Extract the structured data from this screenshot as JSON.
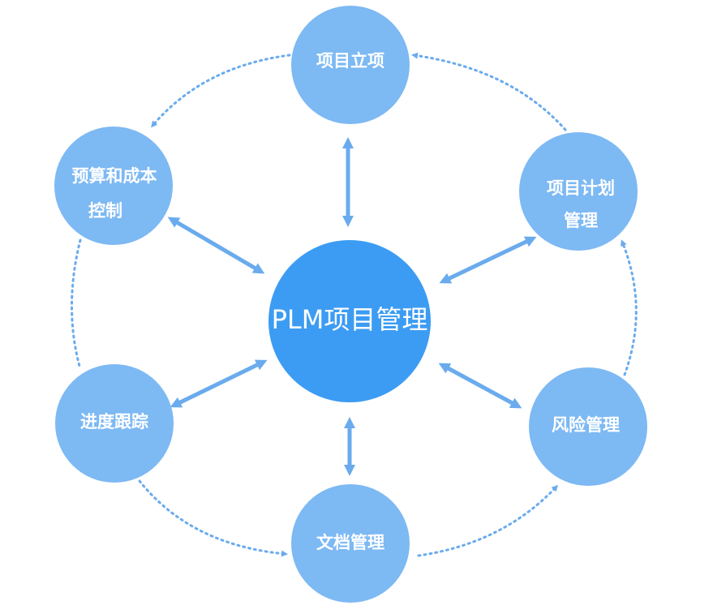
{
  "center": {
    "label": "PLM项目管理"
  },
  "nodes": [
    {
      "id": "project-initiation",
      "lines": [
        "项目立项"
      ]
    },
    {
      "id": "project-plan",
      "lines": [
        "项目计划",
        "管理"
      ]
    },
    {
      "id": "risk-management",
      "lines": [
        "风险管理"
      ]
    },
    {
      "id": "document-management",
      "lines": [
        "文档管理"
      ]
    },
    {
      "id": "progress-tracking",
      "lines": [
        "进度跟踪"
      ]
    },
    {
      "id": "budget-cost-control",
      "lines": [
        "预算和成本",
        "控制"
      ]
    }
  ],
  "colors": {
    "node_fill": "#7db9f3",
    "center_fill": "#3c9cf3",
    "arrow": "#6aabed",
    "dotted_ring": "#6aabed",
    "text": "#ffffff"
  }
}
